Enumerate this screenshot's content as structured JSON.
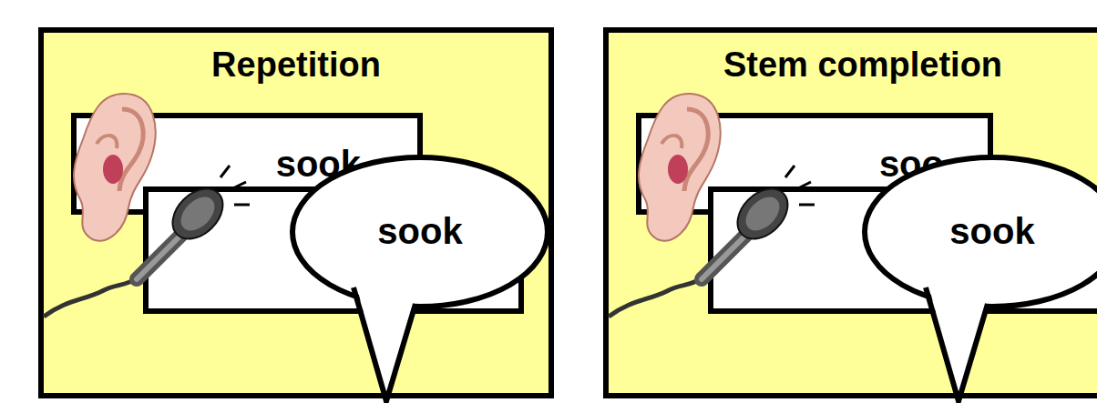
{
  "diagram": {
    "nodes": [
      {
        "text": [
          "Repetition"
        ]
      },
      {
        "text": [
          "sook"
        ],
        "in": 0
      },
      {
        "text": [
          "sook"
        ],
        "in": 0
      },
      {
        "text": [
          "Stem completion"
        ]
      },
      {
        "text": [
          "soo…"
        ],
        "in": 3
      },
      {
        "text": [
          "sook"
        ],
        "in": 3
      }
    ]
  }
}
